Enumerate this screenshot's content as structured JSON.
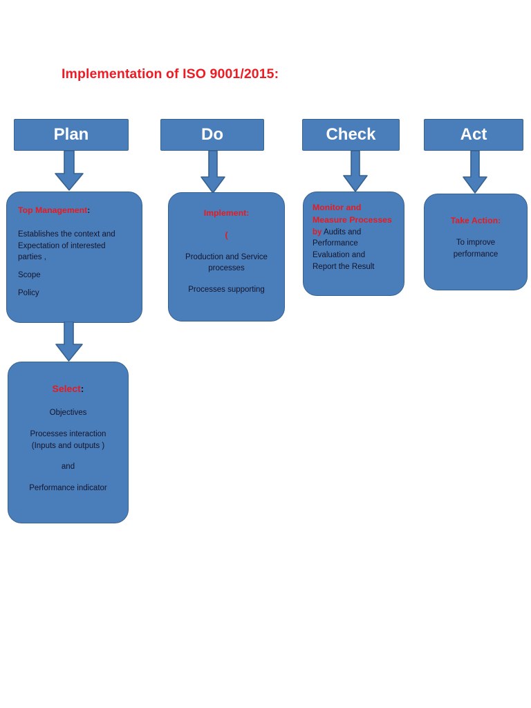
{
  "document": {
    "title": "Implementation of ISO 9001/2015:"
  },
  "colors": {
    "box_fill": "#4a7ebb",
    "box_border": "#35618f",
    "heading_red": "#e8191f",
    "title_red": "#ed1c24",
    "body_text": "#14142b",
    "header_text": "#ffffff",
    "page_background": "#ffffff"
  },
  "diagram": {
    "type": "pdca-flowchart",
    "phases": [
      {
        "id": "plan",
        "header_label": "Plan",
        "box": {
          "heading": "Top Management",
          "heading_colon": ":",
          "align": "left",
          "lines": [
            "Establishes the context and",
            "Expectation of interested",
            "parties    ,",
            "",
            "Scope",
            "",
            "Policy"
          ]
        }
      },
      {
        "id": "do",
        "header_label": "Do",
        "box": {
          "heading": "Implement",
          "heading_colon": ":",
          "align": "center",
          "paren": "(",
          "lines": [
            "Production and Service",
            "processes",
            "",
            "Processes supporting"
          ]
        }
      },
      {
        "id": "check",
        "header_label": "Check",
        "box": {
          "align": "left",
          "heading_line_1": "Monitor and",
          "heading_line_2": "Measure Processes",
          "inline_red_word": "by",
          "inline_rest": " Audits and",
          "lines": [
            "Performance",
            "Evaluation and",
            "Report the Result"
          ]
        }
      },
      {
        "id": "act",
        "header_label": "Act",
        "box": {
          "heading": "Take Action",
          "heading_colon": ":",
          "align": "center",
          "lines": [
            "To improve",
            "performance"
          ]
        }
      }
    ],
    "sub_boxes": [
      {
        "id": "select",
        "parent": "plan",
        "heading": "Select",
        "heading_colon": ":",
        "align": "center",
        "lines": [
          "Objectives",
          "",
          "Processes interaction",
          "(Inputs and outputs )",
          "",
          "and",
          "",
          "Performance indicator"
        ]
      }
    ],
    "connectors": [
      {
        "id": "plan-down",
        "from": "plan-header",
        "to": "plan-box",
        "direction": "down"
      },
      {
        "id": "do-down",
        "from": "do-header",
        "to": "do-box",
        "direction": "down"
      },
      {
        "id": "check-down",
        "from": "check-header",
        "to": "check-box",
        "direction": "down"
      },
      {
        "id": "act-down",
        "from": "act-header",
        "to": "act-box",
        "direction": "down"
      },
      {
        "id": "plan-to-select",
        "from": "plan-box",
        "to": "select-box",
        "direction": "down"
      }
    ]
  }
}
